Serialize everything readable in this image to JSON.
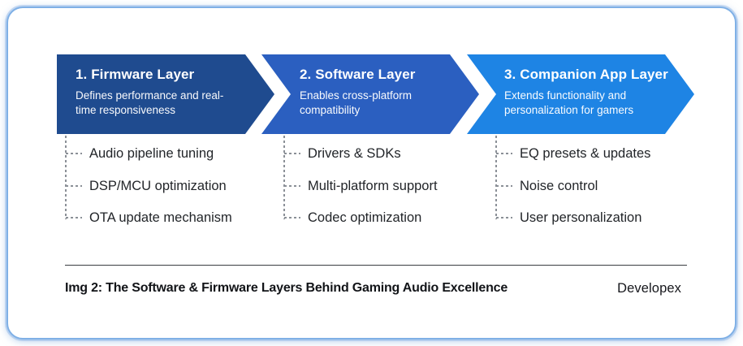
{
  "diagram": {
    "layers": [
      {
        "title": "1. Firmware Layer",
        "subtitle": "Defines performance and real-time responsiveness",
        "color": "#1f4b8f",
        "items": [
          "Audio pipeline tuning",
          "DSP/MCU optimization",
          "OTA update mechanism"
        ]
      },
      {
        "title": "2. Software Layer",
        "subtitle": "Enables cross-platform compatibility",
        "color": "#2b5fc0",
        "items": [
          "Drivers & SDKs",
          "Multi-platform support",
          "Codec optimization"
        ]
      },
      {
        "title": "3. Companion App Layer",
        "subtitle": "Extends functionality and personalization for gamers",
        "color": "#1e84e4",
        "items": [
          "EQ presets & updates",
          "Noise control",
          "User personalization"
        ]
      }
    ],
    "caption": "Img 2: The Software & Firmware Layers Behind Gaming Audio Excellence",
    "brand": "Developex",
    "colors": {
      "card_border": "#7fb0e6",
      "connector_gray": "#8b9097",
      "body_text": "#222529"
    }
  }
}
